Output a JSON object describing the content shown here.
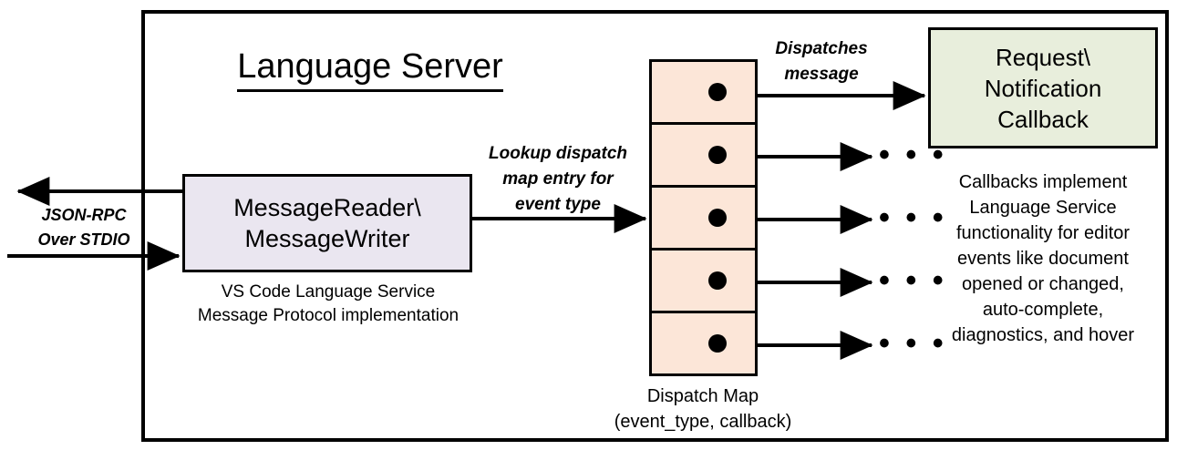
{
  "diagram": {
    "title": "Language Server",
    "frame_color": "#000000"
  },
  "message_box": {
    "label": "MessageReader\\\nMessageWriter",
    "line1": "MessageReader\\",
    "line2": "MessageWriter",
    "fill": "#EAE6F0",
    "caption_line1": "VS Code Language Service",
    "caption_line2": "Message Protocol implementation"
  },
  "io_channel": {
    "label_line1": "JSON-RPC",
    "label_line2": "Over STDIO",
    "outbound_arrow": "arrow-left-out",
    "inbound_arrow": "arrow-right-in"
  },
  "lookup_edge": {
    "label_line1": "Lookup dispatch",
    "label_line2": "map entry for",
    "label_line3": "event type"
  },
  "dispatch_map": {
    "caption_line1": "Dispatch Map",
    "caption_line2": "(event_type, callback)",
    "fill": "#FCE6D8",
    "rows": 5,
    "row_entries": [
      {
        "dot": "entry-dot",
        "target": "callback"
      },
      {
        "dot": "entry-dot",
        "target": "ellipsis"
      },
      {
        "dot": "entry-dot",
        "target": "ellipsis"
      },
      {
        "dot": "entry-dot",
        "target": "ellipsis"
      },
      {
        "dot": "entry-dot",
        "target": "ellipsis"
      }
    ],
    "ellipsis": "• • •"
  },
  "dispatch_edge": {
    "label_line1": "Dispatches",
    "label_line2": "message"
  },
  "callback_box": {
    "line1": "Request\\",
    "line2": "Notification",
    "line3": "Callback",
    "fill": "#E8EEDC",
    "caption_line1": "Callbacks implement",
    "caption_line2": "Language Service",
    "caption_line3": "functionality for editor",
    "caption_line4": "events like document",
    "caption_line5": "opened or changed,",
    "caption_line6": "auto-complete,",
    "caption_line7": "diagnostics, and hover"
  }
}
